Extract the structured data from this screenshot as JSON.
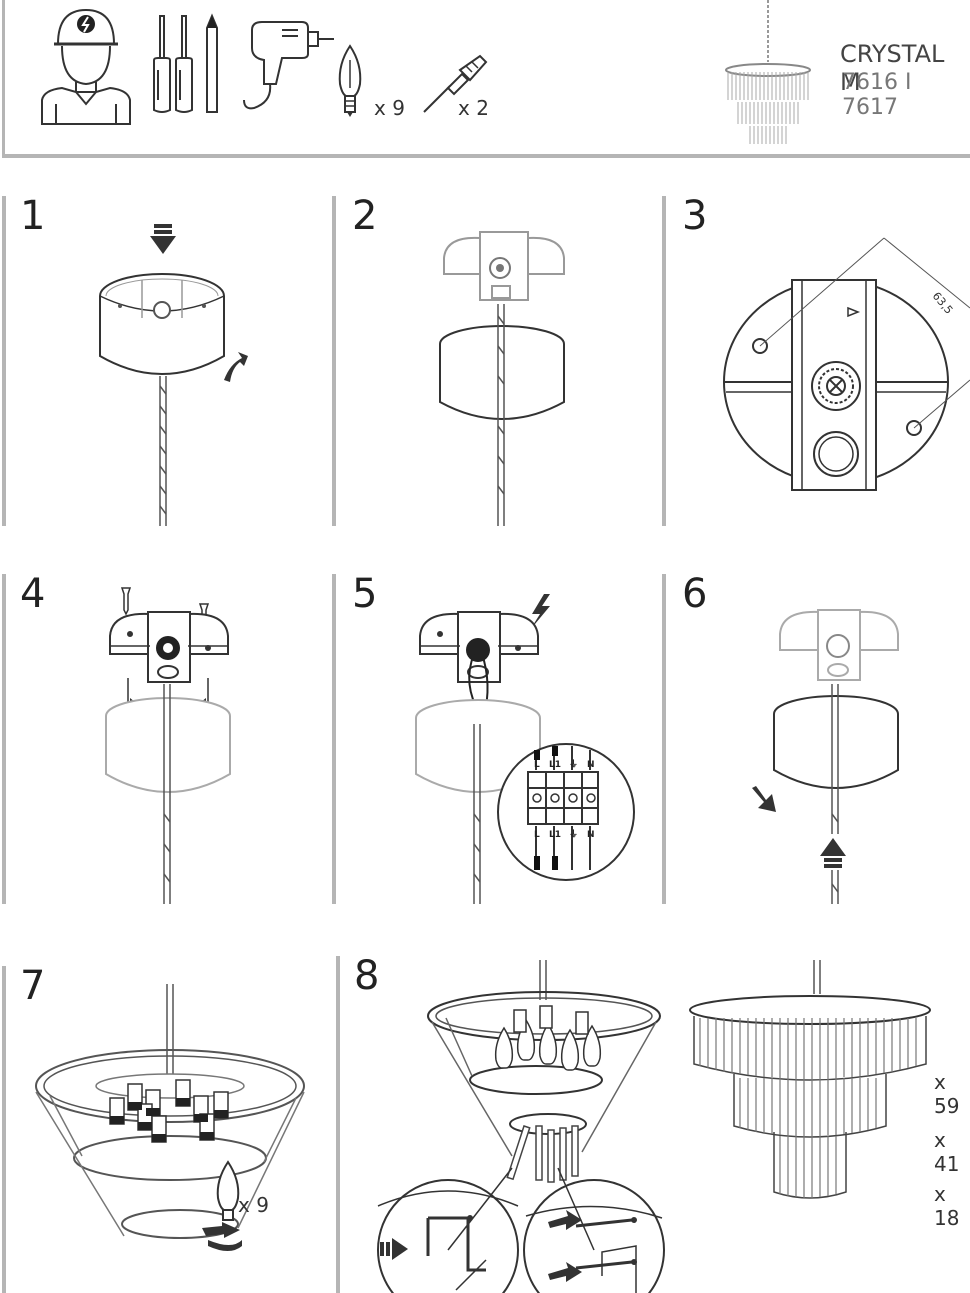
{
  "header": {
    "qty_bulbs": "x 9",
    "qty_screws": "x 2",
    "product_name": "CRYSTAL M",
    "product_code": "7616 I 7617"
  },
  "steps": [
    {
      "number": "1"
    },
    {
      "number": "2"
    },
    {
      "number": "3"
    },
    {
      "number": "4"
    },
    {
      "number": "5"
    },
    {
      "number": "6"
    },
    {
      "number": "7"
    },
    {
      "number": "8"
    }
  ],
  "step3": {
    "dimension": "63,5"
  },
  "step5": {
    "terminal_labels": [
      "L",
      "L1",
      "⏚",
      "N"
    ]
  },
  "step7": {
    "bulb_qty": "x 9"
  },
  "step8": {
    "crystal_counts": [
      "x 59",
      "x 41",
      "x 18"
    ]
  }
}
